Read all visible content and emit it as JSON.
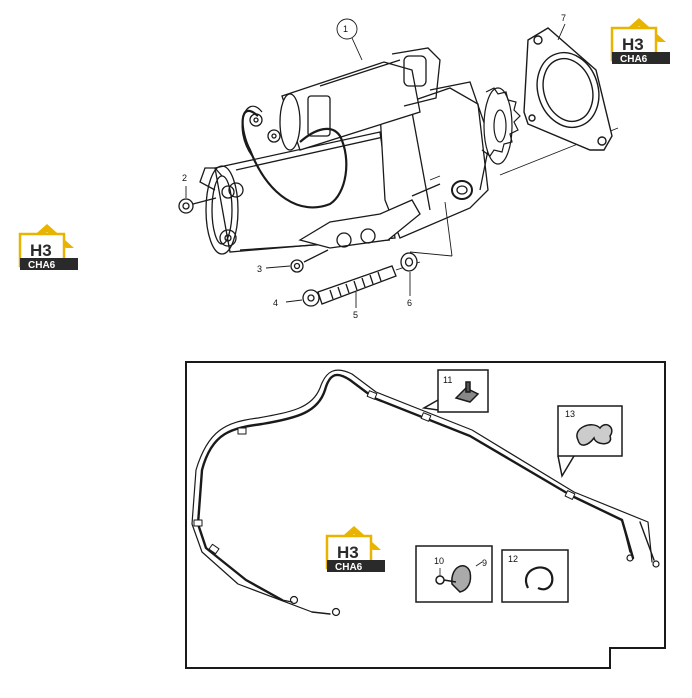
{
  "callouts": {
    "c1": "1",
    "c2": "2",
    "c3": "3",
    "c4": "4",
    "c5": "5",
    "c6": "6",
    "c7": "7",
    "c9": "9",
    "c10": "10",
    "c11": "11",
    "c12": "12",
    "c13": "13"
  },
  "watermark": {
    "mark": "H3",
    "name": "CHA6",
    "colors": {
      "accent": "#e8b400",
      "dark": "#2a2a2a"
    }
  },
  "colors": {
    "line": "#1a1a1a",
    "background": "#ffffff"
  }
}
